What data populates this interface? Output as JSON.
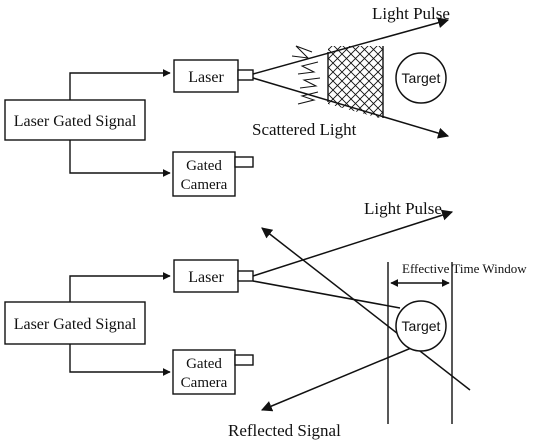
{
  "top": {
    "laser_gated_signal": "Laser Gated Signal",
    "laser": "Laser",
    "gated_camera_line1": "Gated",
    "gated_camera_line2": "Camera",
    "light_pulse": "Light Pulse",
    "target": "Target",
    "scattered_light": "Scattered Light"
  },
  "bottom": {
    "laser_gated_signal": "Laser Gated Signal",
    "laser": "Laser",
    "gated_camera_line1": "Gated",
    "gated_camera_line2": "Camera",
    "light_pulse": "Light Pulse",
    "effective_time_window": "Effective Time Window",
    "target": "Target",
    "reflected_signal": "Reflected Signal"
  },
  "colors": {
    "ink": "#111111",
    "background": "#ffffff"
  }
}
